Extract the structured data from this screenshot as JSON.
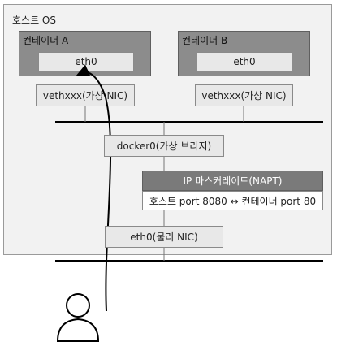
{
  "host": {
    "label": "호스트 OS"
  },
  "containers": [
    {
      "label": "컨테이너 A",
      "nic": "eth0",
      "veth": "vethxxx(가상 NIC)"
    },
    {
      "label": "컨테이너 B",
      "nic": "eth0",
      "veth": "vethxxx(가상 NIC)"
    }
  ],
  "bridge": {
    "label": "docker0(가상 브리지)"
  },
  "napt": {
    "title": "IP 마스커레이드(NAPT)",
    "rule": "호스트 port 8080 ↔ 컨테이너 port 80"
  },
  "physical_nic": {
    "label": "eth0(물리 NIC)"
  },
  "colors": {
    "container": "#8c8c8c",
    "napt_header": "#7a7a7a",
    "host_bg": "#f2f2f2"
  },
  "icons": {
    "user": "person-icon"
  }
}
